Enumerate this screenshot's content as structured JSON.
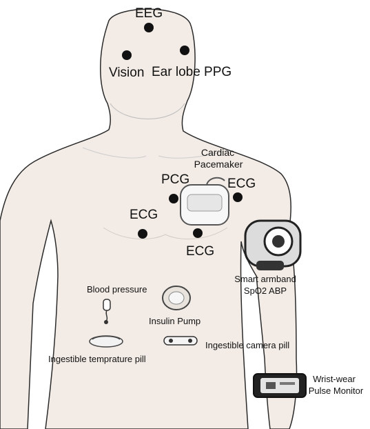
{
  "labels": {
    "eeg": "EEG",
    "vision": "Vision",
    "ear_lobe_ppg": "Ear lobe PPG",
    "cardiac_pacemaker_line1": "Cardiac",
    "cardiac_pacemaker_line2": "Pacemaker",
    "pcg": "PCG",
    "ecg_right": "ECG",
    "ecg_left": "ECG",
    "ecg_bottom": "ECG",
    "smart_armband_line1": "Smart armband",
    "smart_armband_line2": "SpO2 ABP",
    "blood_pressure": "Blood pressure",
    "insulin_pump": "Insulin Pump",
    "ingestible_camera_pill": "Ingestible camera pill",
    "ingestible_temperature_pill": "Ingestible temprature pill",
    "wrist_wear_line1": "Wrist-wear",
    "wrist_wear_line2": "Pulse Monitor"
  },
  "colors": {
    "skin": "#f3ece6",
    "outline": "#2a2a2a",
    "dot": "#111111",
    "device_dark": "#333333",
    "device_light": "#dcdcdc"
  }
}
